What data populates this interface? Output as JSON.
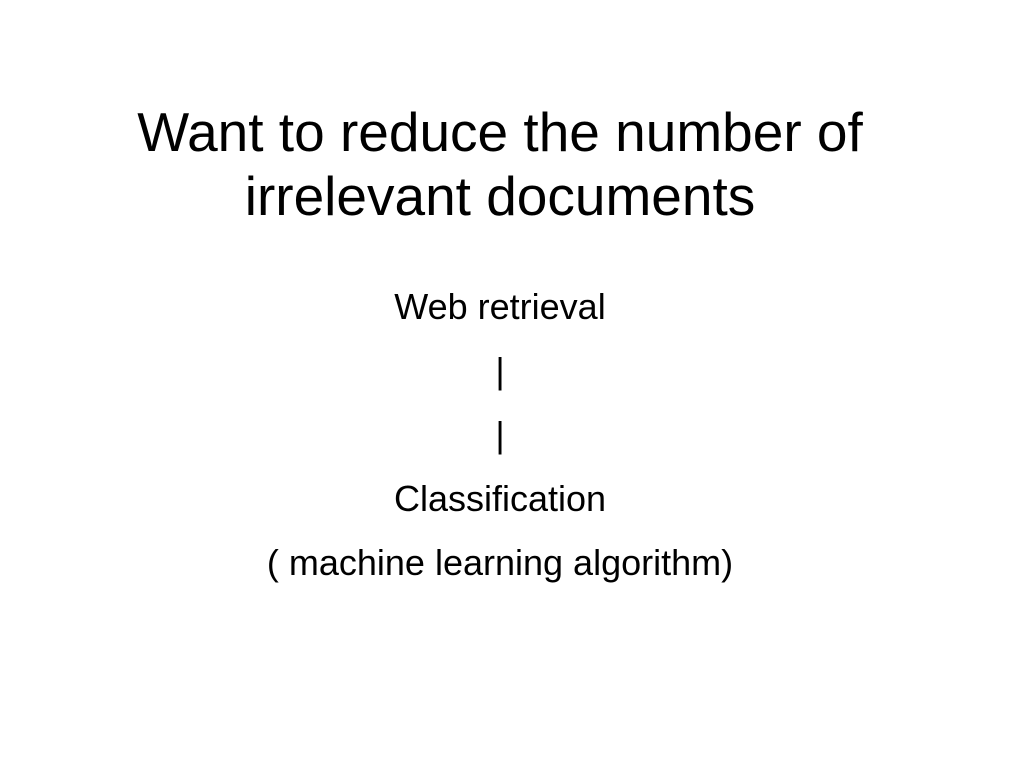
{
  "slide": {
    "title_lines": [
      "Want to reduce the number of",
      "irrelevant documents"
    ],
    "body_lines": [
      "Web retrieval",
      "|",
      "|",
      "Classification",
      "( machine learning algorithm)"
    ]
  }
}
